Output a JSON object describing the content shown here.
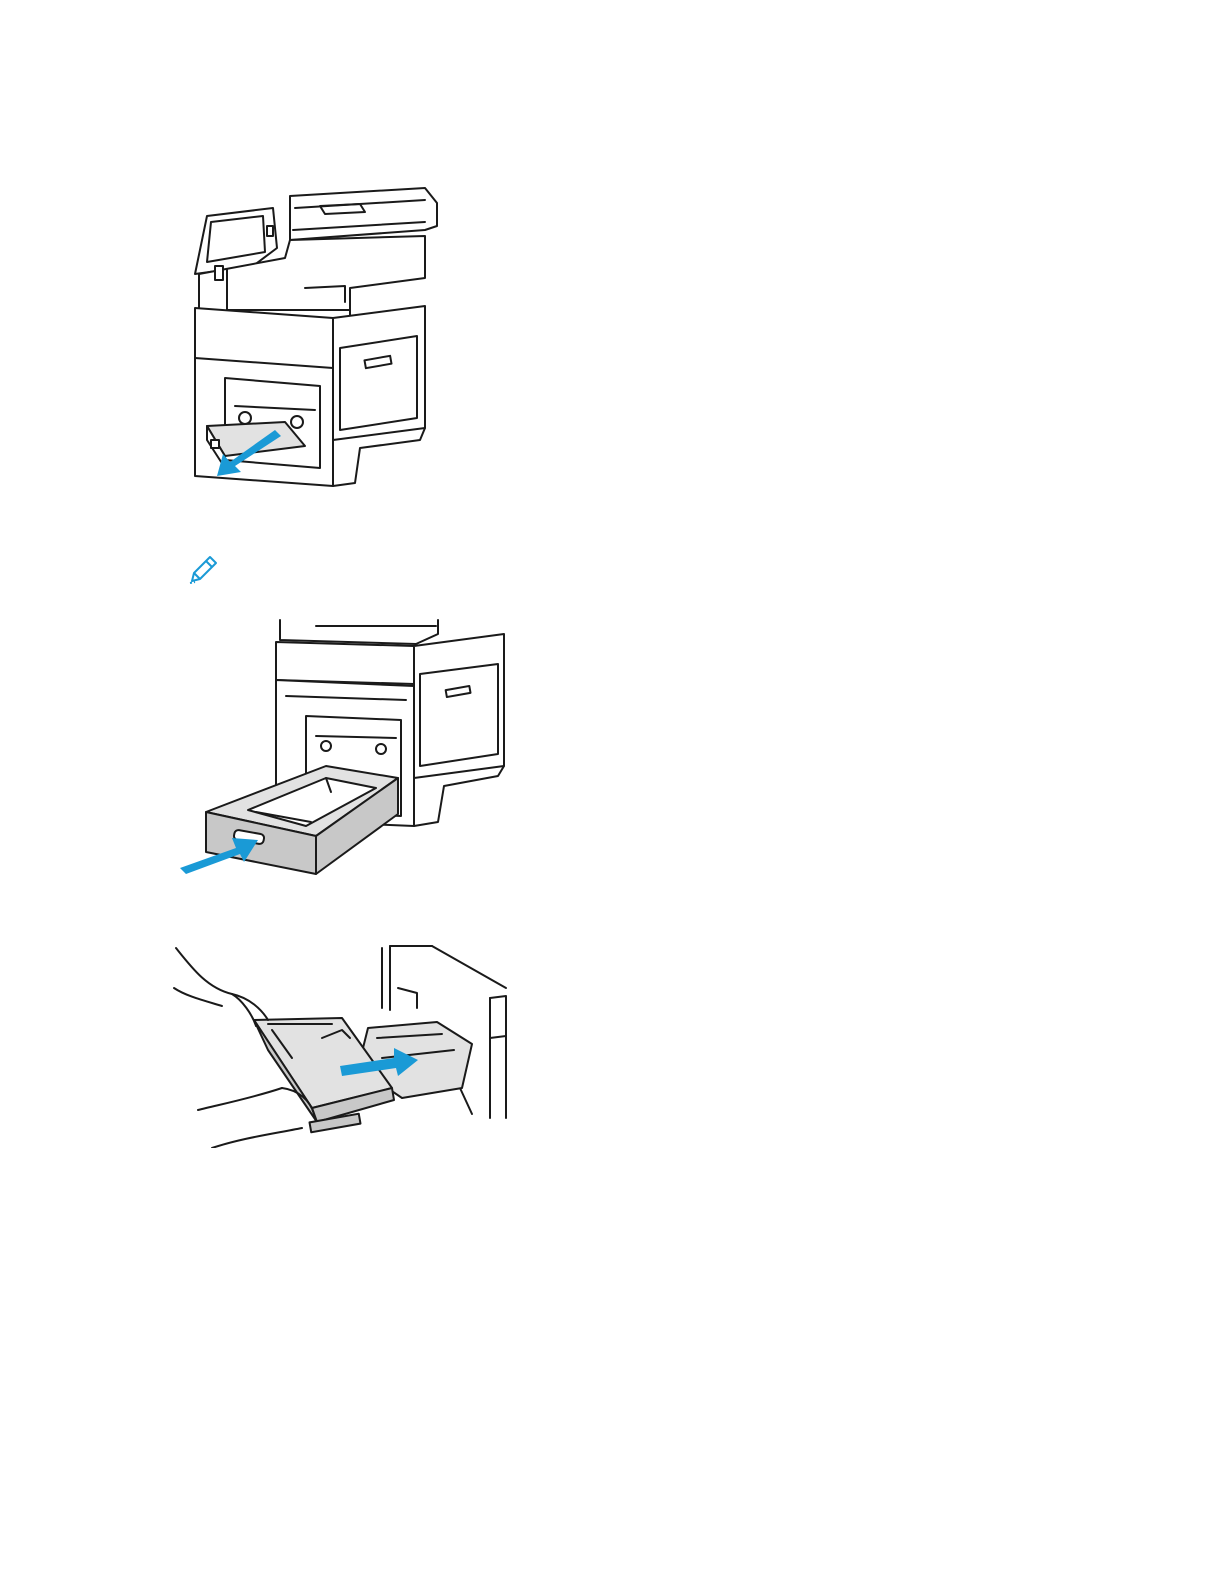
{
  "colors": {
    "accent": "#1a9ad6",
    "line": "#1a1a1a",
    "tray": "#c8c8c8"
  },
  "figures": [
    {
      "id": "printer-front-drawer-out",
      "icon": "printer-illustration"
    },
    {
      "id": "note",
      "icon": "pencil-note-icon"
    },
    {
      "id": "tray-insert",
      "icon": "tray-insert-illustration"
    },
    {
      "id": "tray-hands",
      "icon": "tray-hands-illustration"
    }
  ]
}
